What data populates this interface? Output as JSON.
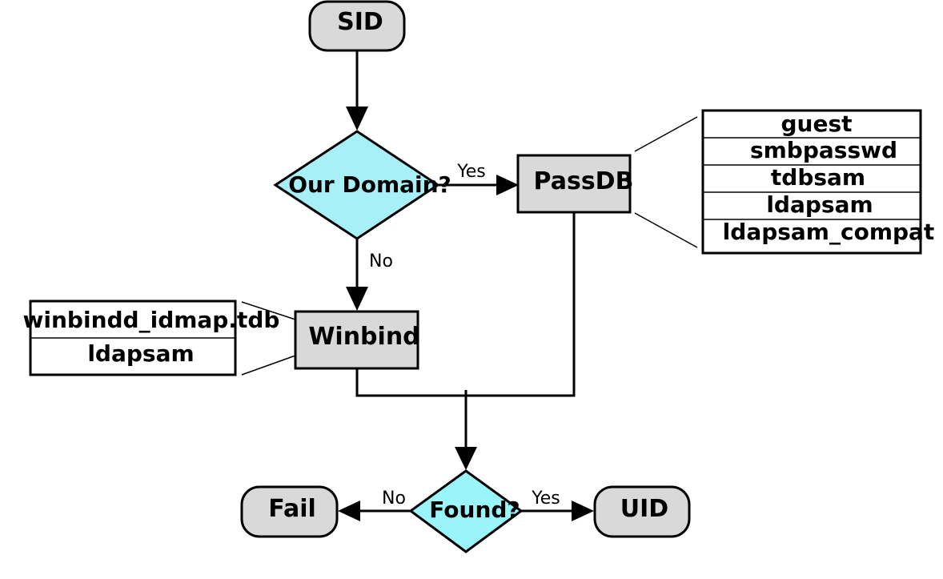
{
  "nodes": {
    "sid": "SID",
    "our_domain": "Our Domain?",
    "passdb": "PassDB",
    "winbind": "Winbind",
    "found": "Found?",
    "fail": "Fail",
    "uid": "UID"
  },
  "edge_labels": {
    "domain_yes": "Yes",
    "domain_no": "No",
    "found_no": "No",
    "found_yes": "Yes"
  },
  "passdb_backends": [
    "guest",
    "smbpasswd",
    "tdbsam",
    "ldapsam",
    "ldapsam_compat"
  ],
  "winbind_backends": [
    "winbindd_idmap.tdb",
    "ldapsam"
  ],
  "colors": {
    "process_fill": "#d9d9d9",
    "decision_fill": "#a8f0f7",
    "found_fill": "#99f5fa",
    "stroke": "#000000"
  }
}
